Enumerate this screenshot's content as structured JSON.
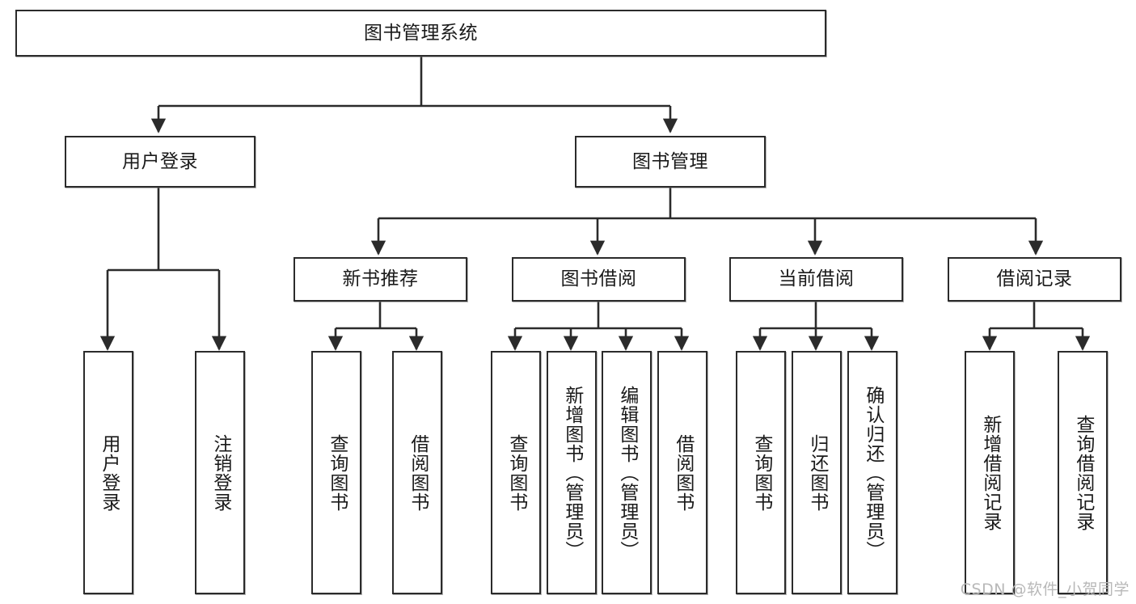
{
  "diagram": {
    "title": "图书管理系统",
    "watermark": "CSDN @软件_小贺同学",
    "root": {
      "label": "图书管理系统"
    },
    "level2": [
      {
        "label": "用户登录"
      },
      {
        "label": "图书管理"
      }
    ],
    "level3": [
      {
        "label": "新书推荐"
      },
      {
        "label": "图书借阅"
      },
      {
        "label": "当前借阅"
      },
      {
        "label": "借阅记录"
      }
    ],
    "leaves": {
      "user_login": [
        {
          "label": "用户登录"
        },
        {
          "label": "注销登录"
        }
      ],
      "new_book_recommend": [
        {
          "label": "查询图书"
        },
        {
          "label": "借阅图书"
        }
      ],
      "book_borrow": [
        {
          "label": "查询图书"
        },
        {
          "label": "新增图书（管理员）"
        },
        {
          "label": "编辑图书（管理员）"
        },
        {
          "label": "借阅图书"
        }
      ],
      "current_borrow": [
        {
          "label": "查询图书"
        },
        {
          "label": "归还图书"
        },
        {
          "label": "确认归还（管理员）"
        }
      ],
      "borrow_records": [
        {
          "label": "新增借阅记录"
        },
        {
          "label": "查询借阅记录"
        }
      ]
    },
    "colors": {
      "stroke": "#2b2b2b",
      "fill": "#ffffff",
      "text": "#1a1a1a",
      "watermark": "#b8b8b8"
    }
  },
  "chart_data": {
    "type": "diagram",
    "title": "图书管理系统",
    "layout": "top-down tree / 功能结构图",
    "levels": 4,
    "nodes": [
      {
        "id": "root",
        "label": "图书管理系统",
        "level": 1,
        "parent": null
      },
      {
        "id": "user-login",
        "label": "用户登录",
        "level": 2,
        "parent": "root"
      },
      {
        "id": "book-manage",
        "label": "图书管理",
        "level": 2,
        "parent": "root"
      },
      {
        "id": "new-book",
        "label": "新书推荐",
        "level": 3,
        "parent": "book-manage"
      },
      {
        "id": "book-borrow",
        "label": "图书借阅",
        "level": 3,
        "parent": "book-manage"
      },
      {
        "id": "current-borrow",
        "label": "当前借阅",
        "level": 3,
        "parent": "book-manage"
      },
      {
        "id": "borrow-record",
        "label": "借阅记录",
        "level": 3,
        "parent": "book-manage"
      },
      {
        "id": "leaf-1",
        "label": "用户登录",
        "level": 3,
        "parent": "user-login"
      },
      {
        "id": "leaf-2",
        "label": "注销登录",
        "level": 3,
        "parent": "user-login"
      },
      {
        "id": "leaf-3",
        "label": "查询图书",
        "level": 4,
        "parent": "new-book"
      },
      {
        "id": "leaf-4",
        "label": "借阅图书",
        "level": 4,
        "parent": "new-book"
      },
      {
        "id": "leaf-5",
        "label": "查询图书",
        "level": 4,
        "parent": "book-borrow"
      },
      {
        "id": "leaf-6",
        "label": "新增图书（管理员）",
        "level": 4,
        "parent": "book-borrow"
      },
      {
        "id": "leaf-7",
        "label": "编辑图书（管理员）",
        "level": 4,
        "parent": "book-borrow"
      },
      {
        "id": "leaf-8",
        "label": "借阅图书",
        "level": 4,
        "parent": "book-borrow"
      },
      {
        "id": "leaf-9",
        "label": "查询图书",
        "level": 4,
        "parent": "current-borrow"
      },
      {
        "id": "leaf-10",
        "label": "归还图书",
        "level": 4,
        "parent": "current-borrow"
      },
      {
        "id": "leaf-11",
        "label": "确认归还（管理员）",
        "level": 4,
        "parent": "current-borrow"
      },
      {
        "id": "leaf-12",
        "label": "新增借阅记录",
        "level": 4,
        "parent": "borrow-record"
      },
      {
        "id": "leaf-13",
        "label": "查询借阅记录",
        "level": 4,
        "parent": "borrow-record"
      }
    ]
  }
}
